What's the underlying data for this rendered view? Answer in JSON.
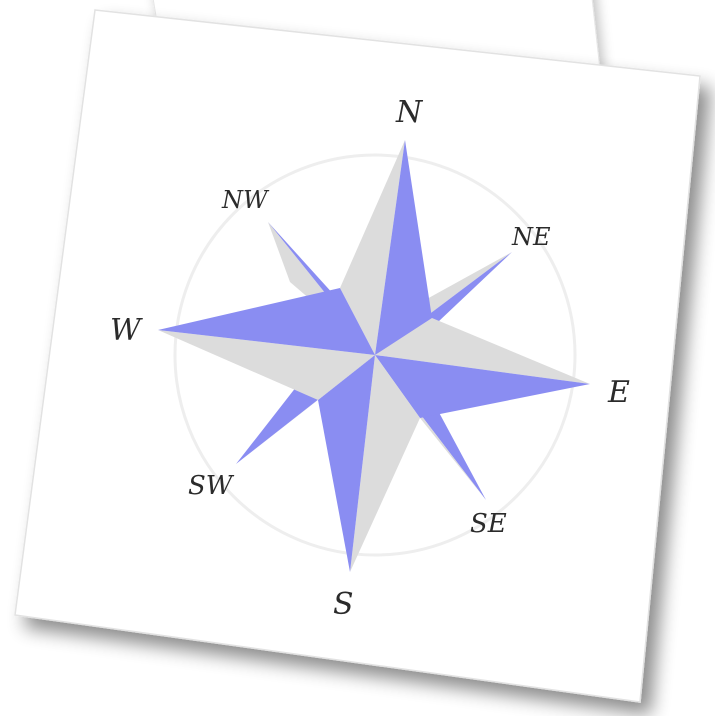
{
  "compass": {
    "labels": {
      "n": "N",
      "ne": "NE",
      "e": "E",
      "se": "SE",
      "s": "S",
      "sw": "SW",
      "w": "W",
      "nw": "NW"
    },
    "colors": {
      "accent": "#8a8df2",
      "neutral": "#dcdcdc",
      "ring": "#eeeeee",
      "paper": "#ffffff",
      "text": "#2b2b2b"
    }
  }
}
